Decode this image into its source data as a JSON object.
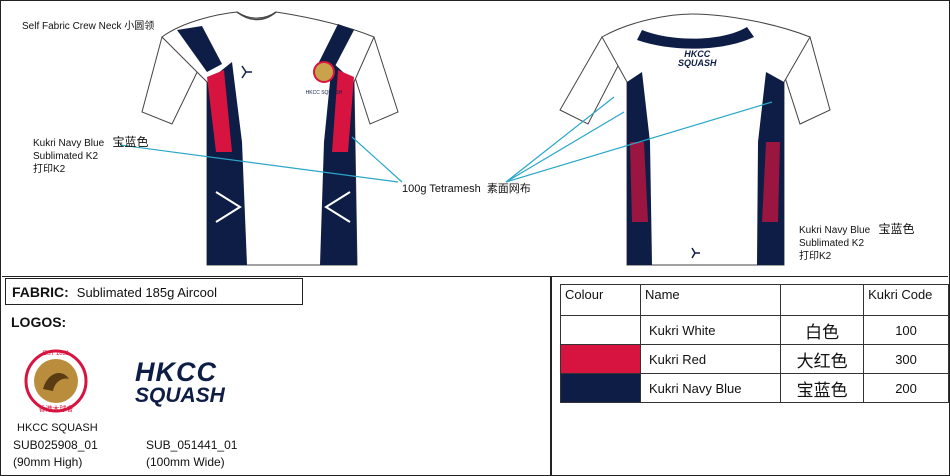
{
  "neck_label": "Self Fabric Crew Neck  小圆领",
  "front_label": {
    "line1": "Kukri Navy Blue",
    "cn": "宝蓝色",
    "line2": "Sublimated K2",
    "line3": "打印K2"
  },
  "mesh_label": {
    "en": "100g Tetramesh",
    "cn": "素面网布"
  },
  "back_label": {
    "line1": "Kukri Navy Blue",
    "cn": "宝蓝色",
    "line2": "Sublimated K2",
    "line3": "打印K2"
  },
  "back_print": {
    "line1": "HKCC",
    "line2": "SQUASH"
  },
  "front_crest_text": "HKCC SQUASH",
  "fabric": {
    "title": "FABRIC:",
    "value": "Sublimated 185g Aircool"
  },
  "logos": {
    "title": "LOGOS:",
    "crest": {
      "name": "HKCC SQUASH",
      "code": "SUB025908_01",
      "size": "(90mm High)",
      "top_text": "EST 1851",
      "bottom_text": "香港木球會"
    },
    "wordmark": {
      "line1": "HKCC",
      "line2": "SQUASH",
      "code": "SUB_051441_01",
      "size": "(100mm Wide)"
    }
  },
  "colour_table": {
    "headers": [
      "Colour",
      "Name",
      "",
      "Kukri Code"
    ],
    "rows": [
      {
        "swatch": "#ffffff",
        "name": "Kukri White",
        "cn": "白色",
        "code": "100"
      },
      {
        "swatch": "#d6143f",
        "name": "Kukri Red",
        "cn": "大红色",
        "code": "300"
      },
      {
        "swatch": "#0e1d45",
        "name": "Kukri Navy Blue",
        "cn": "宝蓝色",
        "code": "200"
      }
    ]
  },
  "colors": {
    "navy": "#0e1d45",
    "red": "#d6143f",
    "leader": "#2aa6c8"
  }
}
